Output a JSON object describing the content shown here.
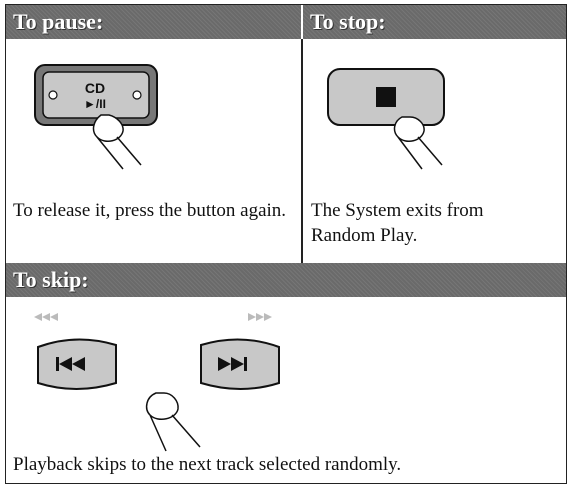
{
  "pause": {
    "header": "To pause:",
    "button_label_top": "CD",
    "button_label_bottom": "►/II",
    "description": "To release it, press the button again."
  },
  "stop": {
    "header": "To stop:",
    "description": "The System exits from Random Play."
  },
  "skip": {
    "header": "To skip:",
    "description": "Playback skips to the next track selected randomly."
  }
}
